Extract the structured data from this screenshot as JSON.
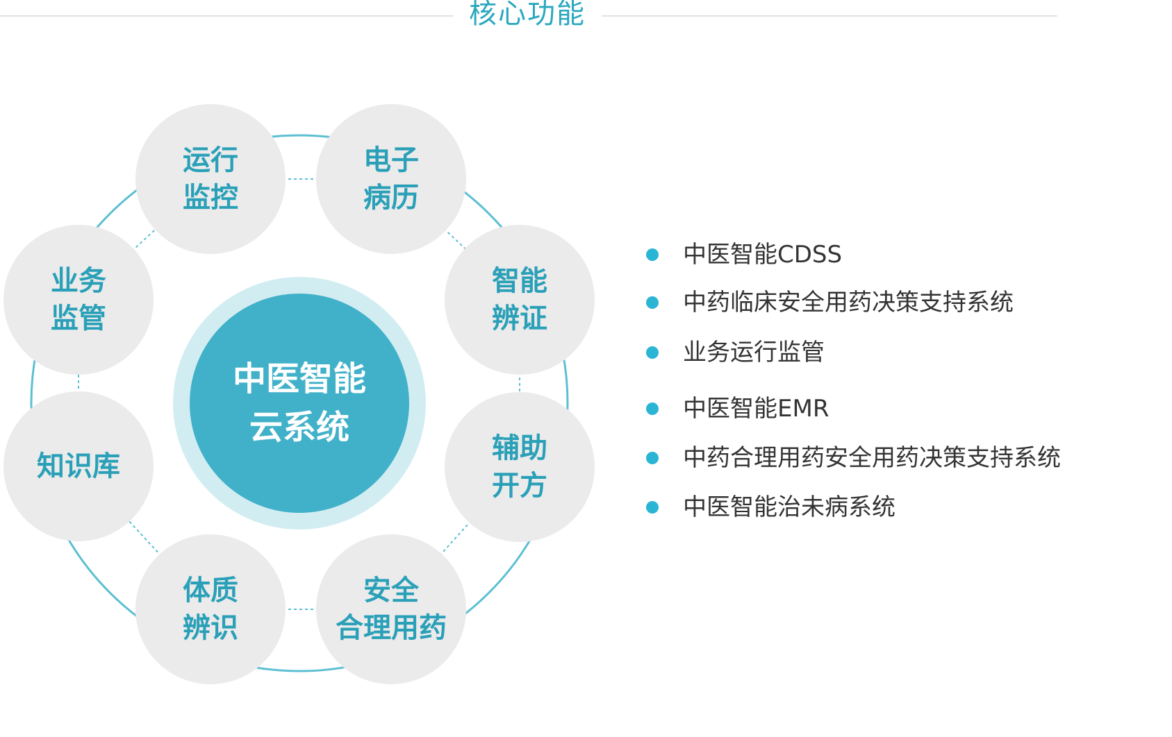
{
  "header": {
    "title": "核心功能"
  },
  "colors": {
    "accent": "#2aa8bf",
    "node_fill": "#ebebeb",
    "center_fill": "#41b1c9",
    "center_halo": "#d2edf2",
    "bullet": "#2bb5d5",
    "ring": "#5cbfd2"
  },
  "center": {
    "line1": "中医智能",
    "line2": "云系统"
  },
  "nodes": [
    {
      "id": "yunxing",
      "line1": "运行",
      "line2": "监控"
    },
    {
      "id": "dianzi",
      "line1": "电子",
      "line2": "病历"
    },
    {
      "id": "zhineng",
      "line1": "智能",
      "line2": "辨证"
    },
    {
      "id": "fuzhu",
      "line1": "辅助",
      "line2": "开方"
    },
    {
      "id": "anquan",
      "line1": "安全",
      "line2": "合理用药"
    },
    {
      "id": "tizhi",
      "line1": "体质",
      "line2": "辨识"
    },
    {
      "id": "zhishi",
      "line1": "知识库",
      "line2": ""
    },
    {
      "id": "yewu",
      "line1": "业务",
      "line2": "监管"
    }
  ],
  "features": [
    "中医智能CDSS",
    "中药临床安全用药决策支持系统",
    "业务运行监管",
    "中医智能EMR",
    "中药合理用药安全用药决策支持系统",
    "中医智能治未病系统"
  ]
}
